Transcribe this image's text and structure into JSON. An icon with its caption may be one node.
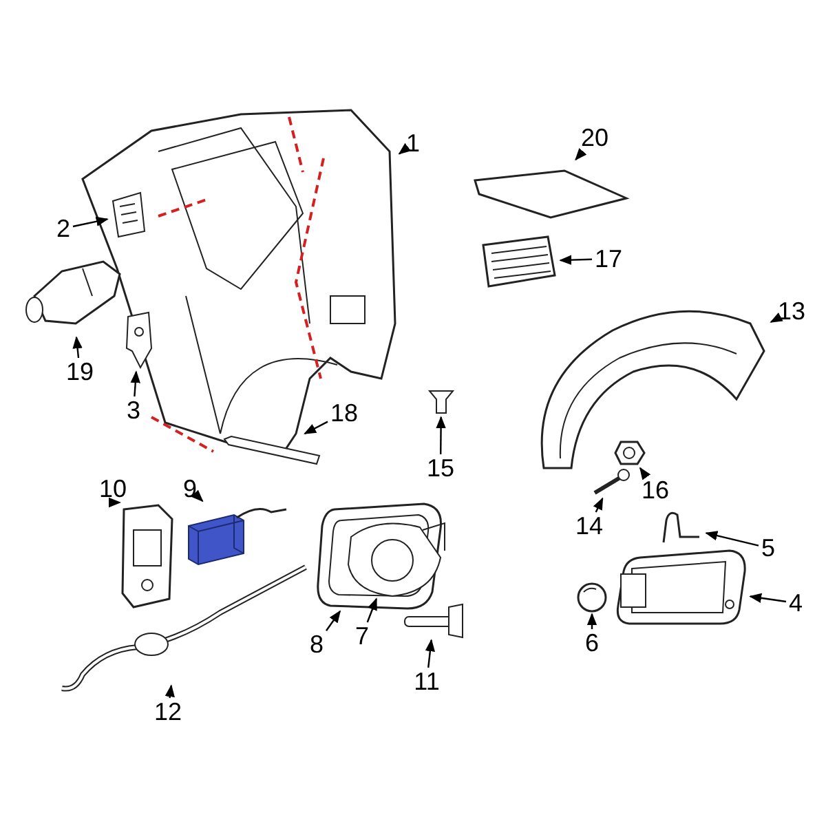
{
  "diagram": {
    "nodes": [
      {
        "text": [
          "1"
        ]
      },
      {
        "text": [],
        "shape": "picture"
      },
      {
        "text": [
          "2"
        ]
      },
      {
        "text": [],
        "shape": "picture",
        "in": 1
      },
      {
        "text": [
          "3"
        ]
      },
      {
        "text": [],
        "shape": "picture",
        "in": 1
      },
      {
        "text": [
          "4"
        ]
      },
      {
        "text": [],
        "shape": "picture"
      },
      {
        "text": [
          "5"
        ]
      },
      {
        "text": [],
        "shape": "picture"
      },
      {
        "text": [
          "6"
        ]
      },
      {
        "text": [],
        "shape": "picture"
      },
      {
        "text": [
          "7"
        ]
      },
      {
        "text": [],
        "shape": "picture",
        "in": 15
      },
      {
        "text": [
          "8"
        ]
      },
      {
        "text": [],
        "shape": "picture"
      },
      {
        "text": [
          "9"
        ]
      },
      {
        "text": [],
        "shape": "picture"
      },
      {
        "text": [
          "10"
        ]
      },
      {
        "text": [],
        "shape": "picture"
      },
      {
        "text": [
          "11"
        ]
      },
      {
        "text": [],
        "shape": "picture"
      },
      {
        "text": [
          "12"
        ]
      },
      {
        "text": [],
        "shape": "picture"
      },
      {
        "text": [
          "13"
        ]
      },
      {
        "text": [],
        "shape": "picture"
      },
      {
        "text": [
          "14"
        ]
      },
      {
        "text": [],
        "shape": "picture"
      },
      {
        "text": [
          "15"
        ]
      },
      {
        "text": [],
        "shape": "picture"
      },
      {
        "text": [
          "16"
        ]
      },
      {
        "text": [],
        "shape": "picture"
      },
      {
        "text": [
          "17"
        ]
      },
      {
        "text": [],
        "shape": "picture"
      },
      {
        "text": [
          "18"
        ]
      },
      {
        "text": [],
        "shape": "picture"
      },
      {
        "text": [
          "19"
        ]
      },
      {
        "text": [],
        "shape": "picture"
      },
      {
        "text": [
          "20"
        ]
      },
      {
        "text": [],
        "shape": "picture"
      }
    ],
    "edges": [
      {
        "from": 0,
        "to": 1,
        "arrow": "to"
      },
      {
        "from": 2,
        "to": 3,
        "arrow": "to"
      },
      {
        "from": 4,
        "to": 5,
        "arrow": "to"
      },
      {
        "from": 6,
        "to": 7,
        "arrow": "to"
      },
      {
        "from": 8,
        "to": 9,
        "arrow": "to"
      },
      {
        "from": 10,
        "to": 11,
        "arrow": "to"
      },
      {
        "from": 12,
        "to": 13,
        "arrow": "to"
      },
      {
        "from": 14,
        "to": 15,
        "arrow": "to"
      },
      {
        "from": 16,
        "to": 17,
        "arrow": "to"
      },
      {
        "from": 18,
        "to": 19,
        "arrow": "to"
      },
      {
        "from": 20,
        "to": 21,
        "arrow": "to"
      },
      {
        "from": 22,
        "to": 23,
        "arrow": "to"
      },
      {
        "from": 24,
        "to": 25,
        "arrow": "to"
      },
      {
        "from": 26,
        "to": 27,
        "arrow": "to"
      },
      {
        "from": 28,
        "to": 29,
        "arrow": "to"
      },
      {
        "from": 30,
        "to": 31,
        "arrow": "to"
      },
      {
        "from": 32,
        "to": 33,
        "arrow": "to"
      },
      {
        "from": 34,
        "to": 35,
        "arrow": "to"
      },
      {
        "from": 36,
        "to": 37,
        "arrow": "to"
      },
      {
        "from": 38,
        "to": 39,
        "arrow": "to"
      }
    ]
  }
}
